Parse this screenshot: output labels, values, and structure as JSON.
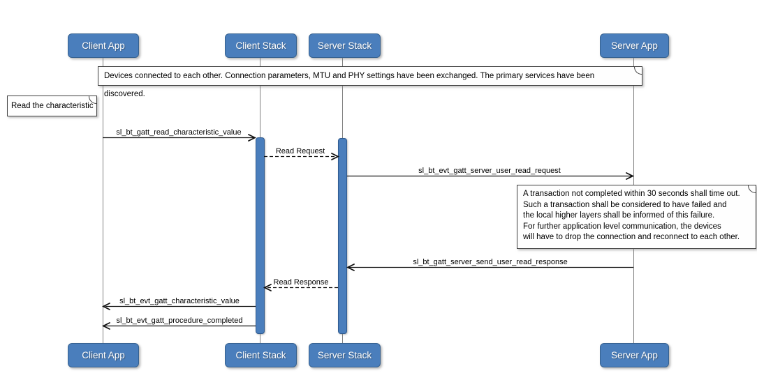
{
  "diagram_type": "sequence",
  "participants": [
    {
      "id": "client-app",
      "label": "Client App"
    },
    {
      "id": "client-stack",
      "label": "Client Stack"
    },
    {
      "id": "server-stack",
      "label": "Server Stack"
    },
    {
      "id": "server-app",
      "label": "Server App"
    }
  ],
  "notes": {
    "top": "Devices connected to each other. Connection parameters, MTU and PHY settings have been exchanged. The primary services have been discovered.",
    "left": "Read the characteristic",
    "right_lines": [
      "A transaction not completed within 30 seconds shall time out.",
      "Such a transaction shall be considered to have failed and",
      "the local higher layers shall be informed of this failure.",
      "For further application level communication, the devices",
      "will have to drop the connection and reconnect to each other."
    ]
  },
  "messages": [
    {
      "label": "sl_bt_gatt_read_characteristic_value",
      "from": "Client App",
      "to": "Client Stack",
      "style": "solid"
    },
    {
      "label": "Read Request",
      "from": "Client Stack",
      "to": "Server Stack",
      "style": "dashed"
    },
    {
      "label": "sl_bt_evt_gatt_server_user_read_request",
      "from": "Server Stack",
      "to": "Server App",
      "style": "solid"
    },
    {
      "label": "sl_bt_gatt_server_send_user_read_response",
      "from": "Server App",
      "to": "Server Stack",
      "style": "solid"
    },
    {
      "label": "Read Response",
      "from": "Server Stack",
      "to": "Client Stack",
      "style": "dashed"
    },
    {
      "label": "sl_bt_evt_gatt_characteristic_value",
      "from": "Client Stack",
      "to": "Client App",
      "style": "solid"
    },
    {
      "label": "sl_bt_evt_gatt_procedure_completed",
      "from": "Client Stack",
      "to": "Client App",
      "style": "solid"
    }
  ],
  "colors": {
    "participant_fill": "#4a7ebc",
    "participant_border": "#36618f",
    "activation_fill": "#4a7ebc",
    "lifeline": "#7f7f7f",
    "note_bg": "#fefefe",
    "note_border": "#404040",
    "arrow": "#111111"
  }
}
